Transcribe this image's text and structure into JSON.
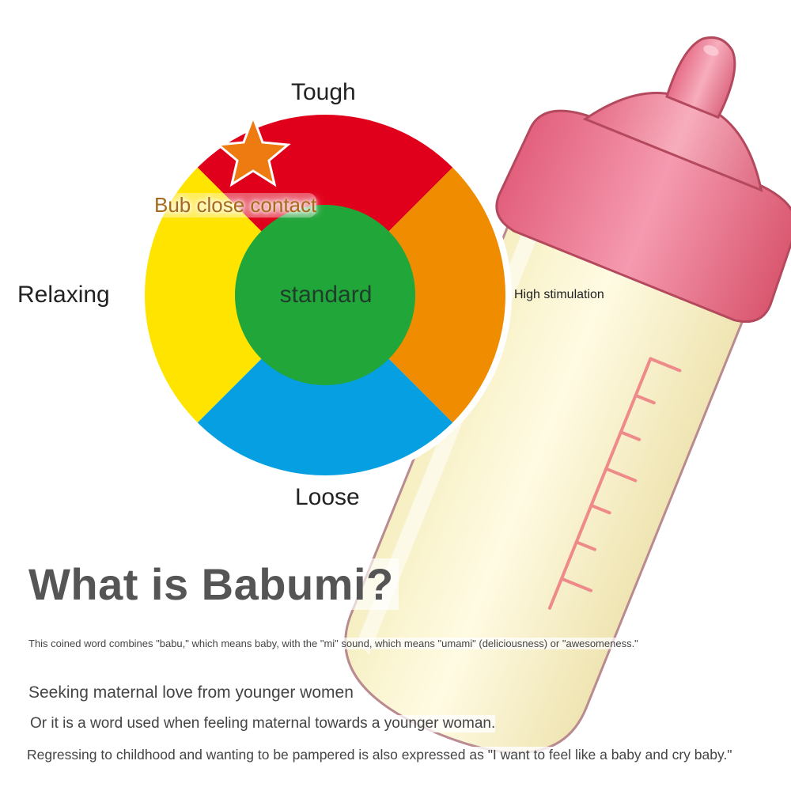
{
  "colors": {
    "top": "#e1001b",
    "right": "#f08c00",
    "bottom": "#069fe2",
    "left": "#ffe400",
    "center": "#21a63a",
    "star": "#ee7a12",
    "bottle_cap": "#e87a90",
    "bottle_milk": "#fbf6d2"
  },
  "wheel": {
    "axis": {
      "top": "Tough",
      "left": "Relaxing",
      "right": "High stimulation",
      "bottom": "Loose"
    },
    "center_label": "standard",
    "marker_label": "Bub close contact",
    "marker_icon": "star-icon"
  },
  "article": {
    "headline": "What is Babumi?",
    "definition": "This coined word combines \"babu,\" which means baby, with the \"mi\" sound, which means \"umami\" (deliciousness) or \"awesomeness.\"",
    "line1": "Seeking maternal love from younger women",
    "line2": "Or it is a word used when feeling maternal towards a younger woman.",
    "line3": "Regressing to childhood and wanting to be pampered is also expressed as \"I want to feel like a baby and cry baby.\""
  },
  "illustration": {
    "icon": "baby-bottle-icon"
  }
}
